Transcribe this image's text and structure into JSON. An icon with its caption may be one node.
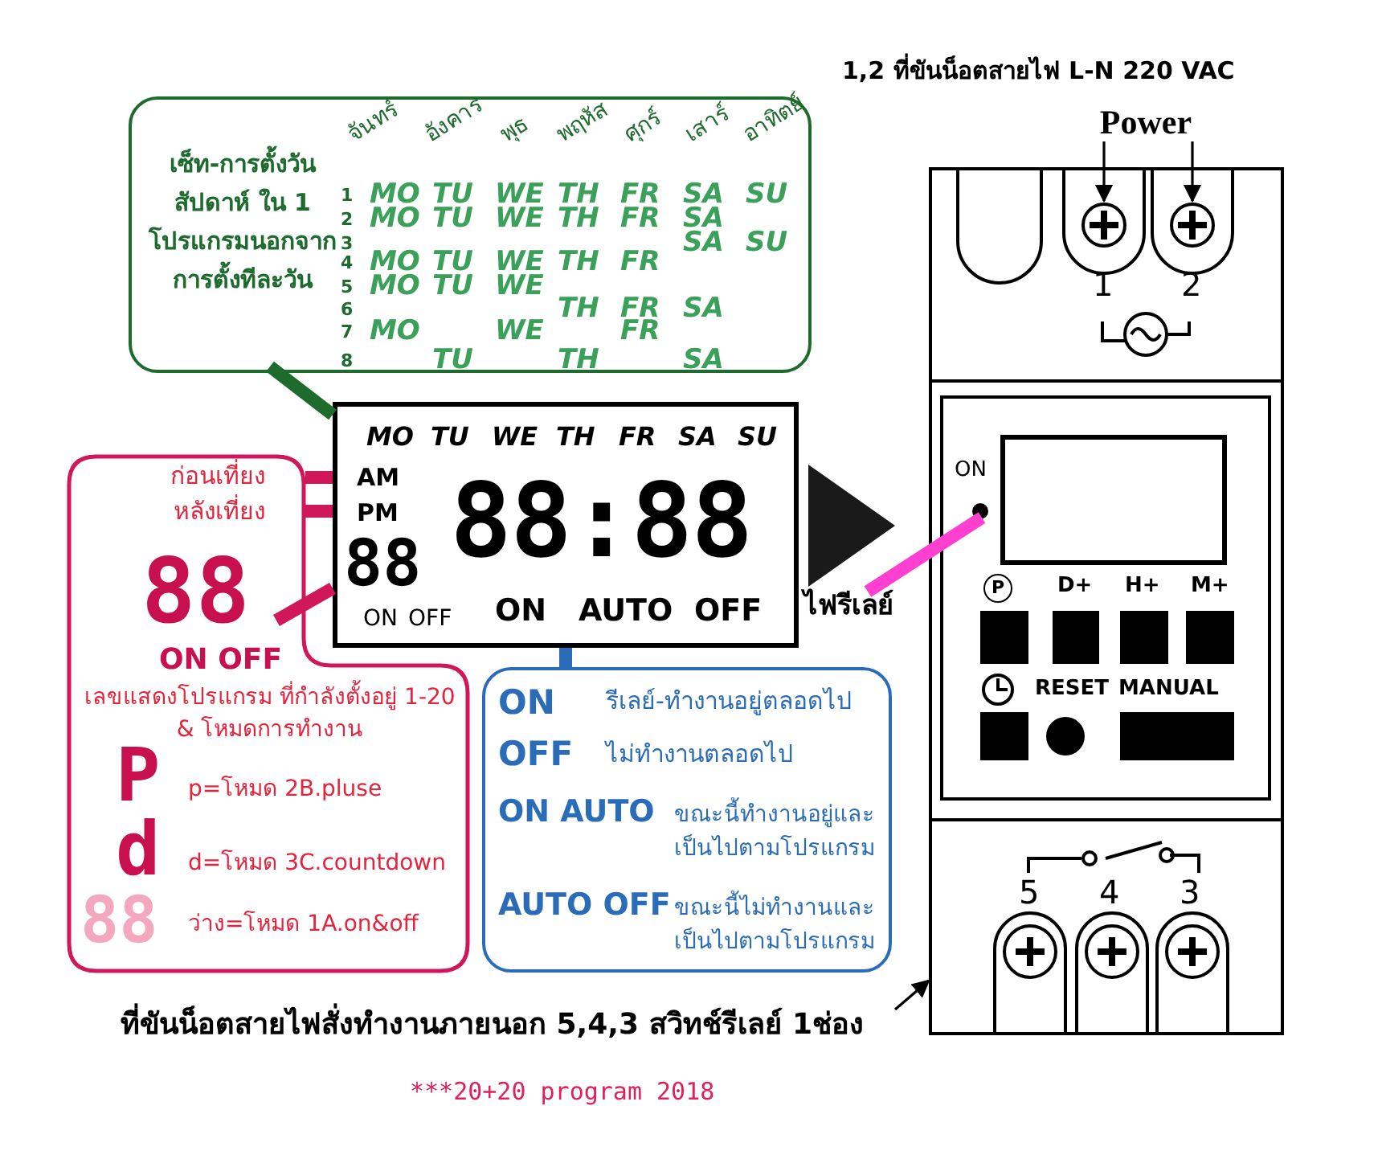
{
  "diagram": {
    "caption": "***20+20 program 2018",
    "nodes": [
      {
        "text": [
          "เซ็ท-การตั้งวันสัปดาห์ ใน 1 โปรแกรมนอกจากการตั้งทีละวัน"
        ]
      },
      {
        "text": [
          "MO",
          "TU",
          "WE",
          "TH",
          "FR",
          "SA",
          "SU",
          "AM",
          "PM",
          "88",
          "88:88",
          "ON",
          "OFF",
          "ON",
          "AUTO",
          "OFF"
        ]
      },
      {
        "text": [
          "ก่อนเที่ยง",
          "หลังเที่ยง",
          "88",
          "ON OFF",
          "เลขแสดงโปรแกรม ที่กำลังตั้งอยู่ 1-20 & โหมดการทำงาน",
          "P",
          "p=โหมด 2B.pluse",
          "d",
          "d=โหมด 3C.countdown",
          "88",
          "ว่าง=โหมด 1A.on&off"
        ]
      },
      {
        "text": [
          "ON",
          "รีเลย์-ทำงานอยู่ตลอดไป",
          "OFF",
          "ไม่ทำงานตลอดไป",
          "ON AUTO",
          "ขณะนี้ทำงานอยู่และเป็นไปตามโปรแกรม",
          "AUTO OFF",
          "ขณะนี้ไม่ทำงานและเป็นไปตามโปรแกรม"
        ]
      },
      {
        "text": [
          "ไฟรีเลย์"
        ]
      },
      {
        "text": [
          "1",
          "2",
          "ON",
          "P",
          "D+",
          "H+",
          "M+",
          "RESET",
          "MANUAL",
          "5",
          "4",
          "3"
        ]
      },
      {
        "text": [],
        "shape": "circle",
        "in": 5
      },
      {
        "text": [
          "Power"
        ]
      },
      {
        "text": [],
        "shape": "circle",
        "in": 5
      },
      {
        "text": [],
        "shape": "circle",
        "in": 5
      },
      {
        "text": [
          "ที่ขันน็อตสายไฟสั่งทำงานภายนอก 5,4,3 สวิทช์รีเลย์ 1ช่อง"
        ]
      }
    ],
    "edges": [
      {
        "from": 0,
        "to": 1,
        "arrow": "none",
        "color": "#1e6b2e"
      },
      {
        "from": 2,
        "to": 1,
        "arrow": "none",
        "color": "#d0175a"
      },
      {
        "from": 2,
        "to": 1,
        "arrow": "none",
        "color": "#d0175a"
      },
      {
        "from": 2,
        "to": 1,
        "arrow": "none",
        "color": "#d0175a"
      },
      {
        "from": 3,
        "to": 1,
        "arrow": "none",
        "color": "#2a6cb8"
      },
      {
        "from": 4,
        "to": 6,
        "arrow": "none",
        "color": "#ff3fd0"
      },
      {
        "from": 7,
        "to": 8,
        "arrow": "to",
        "color": "#000000"
      },
      {
        "from": 7,
        "to": 9,
        "arrow": "to",
        "color": "#000000"
      },
      {
        "from": 10,
        "to": 5,
        "arrow": "to",
        "color": "#000000"
      }
    ],
    "labels": [
      "1,2 ที่ขันน็อตสายไฟ L-N 220 VAC",
      "จันทร์",
      "อังคาร",
      "พุธ",
      "พฤหัส",
      "ศุกร์",
      "เสาร์",
      "อาทิตย์",
      "1",
      "MO",
      "TU",
      "WE",
      "TH",
      "FR",
      "SA",
      "SU",
      "2",
      "MO",
      "TU",
      "WE",
      "TH",
      "FR",
      "SA",
      "3",
      "SA",
      "SU",
      "4",
      "MO",
      "TU",
      "WE",
      "TH",
      "FR",
      "5",
      "MO",
      "TU",
      "WE",
      "6",
      "TH",
      "FR",
      "SA",
      "7",
      "MO",
      "WE",
      "FR",
      "8",
      "TU",
      "TH",
      "SA"
    ]
  }
}
